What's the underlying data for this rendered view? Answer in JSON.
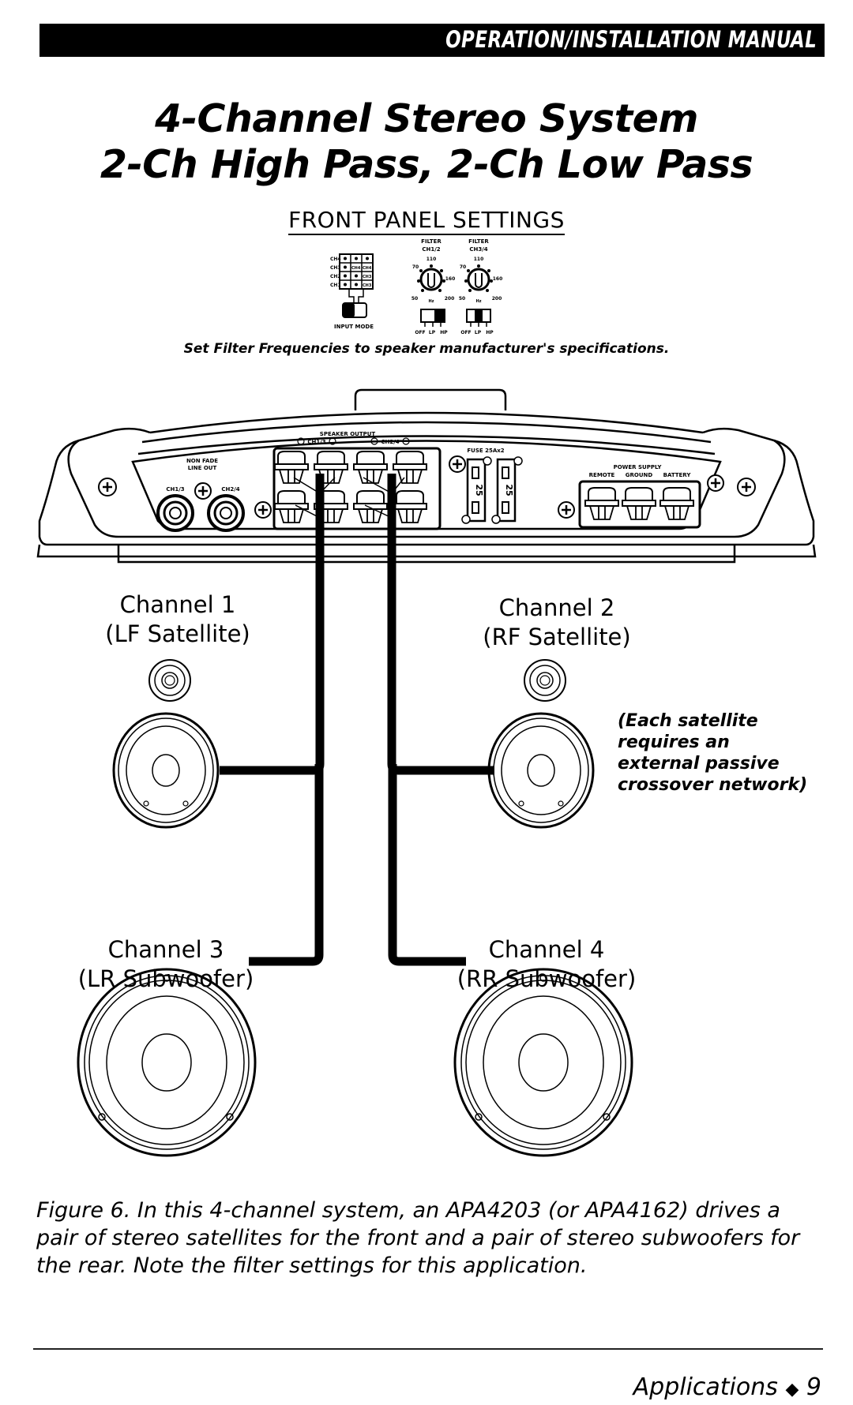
{
  "header": {
    "banner": "OPERATION/INSTALLATION MANUAL"
  },
  "title": {
    "line1": "4-Channel Stereo System",
    "line2": "2-Ch High Pass, 2-Ch Low Pass"
  },
  "front_panel": {
    "heading": "FRONT PANEL SETTINGS",
    "input_mode": {
      "label": "INPUT MODE",
      "rows": [
        "CH4",
        "CH3",
        "CH2",
        "CH1"
      ],
      "cells": [
        "CH4",
        "CH4",
        "CH3",
        "CH3"
      ]
    },
    "filters": [
      {
        "label_line1": "FILTER",
        "label_line2": "CH1/2",
        "switch": "HP"
      },
      {
        "label_line1": "FILTER",
        "label_line2": "CH3/4",
        "switch": "LP"
      }
    ],
    "dial_ticks": {
      "t50": "50",
      "t70": "70",
      "t110": "110",
      "t160": "160",
      "t200": "200",
      "unit": "Hz"
    },
    "switch_positions": [
      "OFF",
      "LP",
      "HP"
    ],
    "note": "Set Filter Frequencies to speaker manufacturer's specifications."
  },
  "amplifier": {
    "line_out_label1": "NON FADE",
    "line_out_label2": "LINE OUT",
    "line_out_ch13": "CH1/3",
    "line_out_ch24": "CH2/4",
    "speaker_output": "SPEAKER OUTPUT",
    "spk_ch13": "CH1/3",
    "spk_ch24": "CH2/4",
    "fuse": "FUSE 25Ax2",
    "fuse_rating": "25",
    "power_supply": "POWER SUPPLY",
    "power_terminals": [
      "REMOTE",
      "GROUND",
      "BATTERY"
    ]
  },
  "channels": [
    {
      "name": "Channel 1",
      "desc": "(LF Satellite)"
    },
    {
      "name": "Channel 2",
      "desc": "(RF Satellite)"
    },
    {
      "name": "Channel 3",
      "desc": "(LR Subwoofer)"
    },
    {
      "name": "Channel 4",
      "desc": "(RR Subwoofer)"
    }
  ],
  "satellite_note": [
    "(Each satellite",
    "requires an",
    "external passive",
    "crossover network)"
  ],
  "caption": "Figure 6. In this 4-channel system, an APA4203 (or APA4162) drives a pair of stereo satellites for the front and a pair of stereo subwoofers for the rear. Note the filter settings for this application.",
  "footer": {
    "section": "Applications",
    "separator": "◆",
    "page": "9"
  }
}
